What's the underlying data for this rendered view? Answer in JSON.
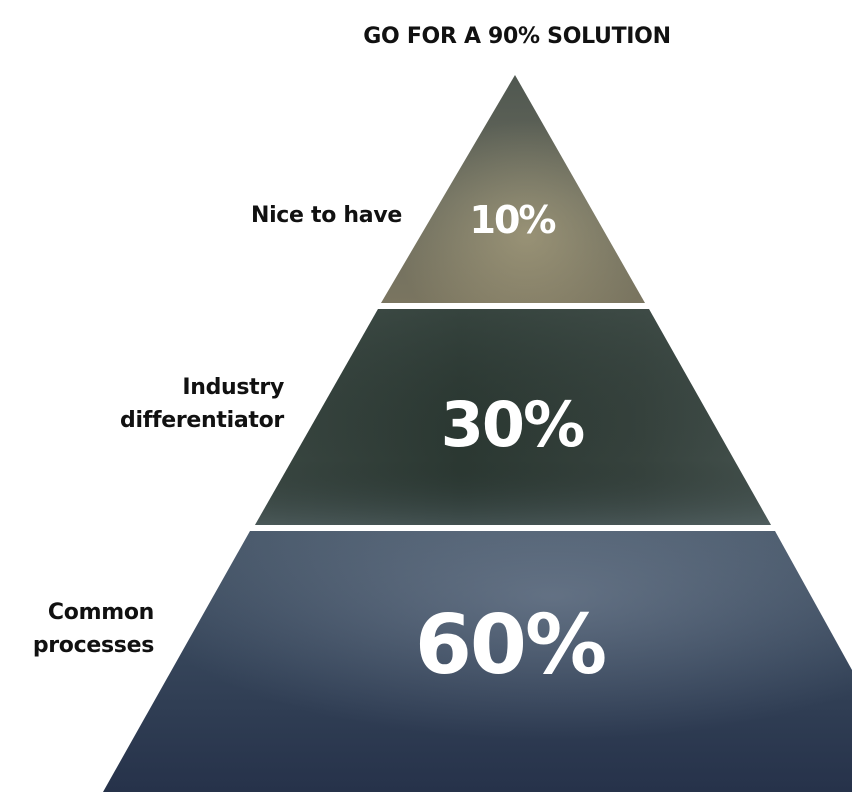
{
  "title": "GO FOR A 90% SOLUTION",
  "tiers": [
    {
      "label_lines": [
        "Nice to have"
      ],
      "percent": "10%"
    },
    {
      "label_lines": [
        "Industry",
        "differentiator"
      ],
      "percent": "30%"
    },
    {
      "label_lines": [
        "Common",
        "processes"
      ],
      "percent": "60%"
    }
  ],
  "colors": {
    "text": "#111111",
    "percent_text": "#ffffff",
    "tier_top": "#5a5e55",
    "tier_mid": "#2e3b35",
    "tier_bot": "#2c3a4e",
    "separator": "#ffffff"
  }
}
